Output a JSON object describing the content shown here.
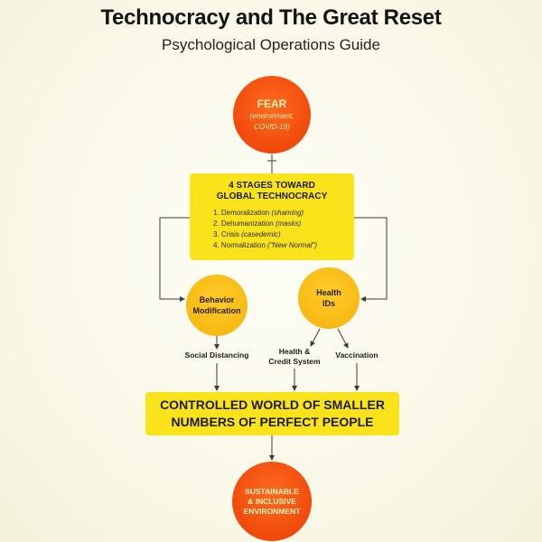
{
  "header": {
    "title": "Technocracy and The Great Reset",
    "subtitle": "Psychological Operations Guide"
  },
  "fear": {
    "label": "FEAR",
    "detail_line1": "(environment,",
    "detail_line2": "COVID-19)"
  },
  "stages": {
    "heading_line1": "4 STAGES TOWARD",
    "heading_line2": "GLOBAL TECHNOCRACY",
    "items": [
      {
        "text": "1. Demoralization ",
        "note": "(shaming)"
      },
      {
        "text": "2. Dehumanization ",
        "note": "(masks)"
      },
      {
        "text": "3. Crisis ",
        "note": "(casedemic)"
      },
      {
        "text": "4. Normalization ",
        "note": "(\"New Normal\")"
      }
    ]
  },
  "behavior": {
    "line1": "Behavior",
    "line2": "Modification"
  },
  "health_ids": {
    "line1": "Health",
    "line2": "IDs"
  },
  "labels": {
    "social_distancing": "Social Distancing",
    "credit_line1": "Health &",
    "credit_line2": "Credit System",
    "vaccination": "Vaccination"
  },
  "outcome": {
    "line1": "CONTROLLED WORLD OF SMALLER",
    "line2": "NUMBERS OF PERFECT PEOPLE"
  },
  "sustainable": {
    "line1": "SUSTAINABLE",
    "line2": "& INCLUSIVE",
    "line3": "ENVIRONMENT"
  },
  "colors": {
    "fear_red": "#f04a0c",
    "stage_yellow": "#fbe31c",
    "node_amber": "#f7b812",
    "connector": "#3a3a3a"
  }
}
